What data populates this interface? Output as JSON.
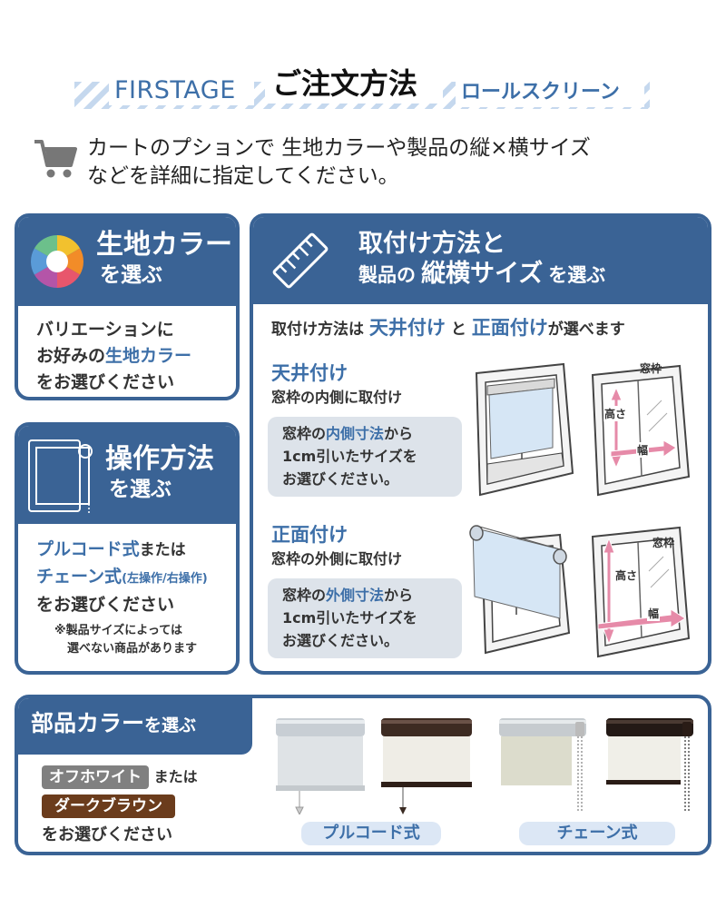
{
  "header": {
    "brand": "FIRSTAGE",
    "title": "ご注文方法",
    "subtitle": "ロールスクリーン"
  },
  "intro": {
    "line1": "カートのプションで 生地カラーや製品の縦×横サイズ",
    "line2": "などを詳細に指定してください。"
  },
  "fabric": {
    "title1": "生地カラー",
    "title2": "を選ぶ",
    "body1": "バリエーションに",
    "body2a": "お好みの",
    "body2b": "生地カラー",
    "body3": "をお選びください"
  },
  "operation": {
    "title1": "操作方法",
    "title2": "を選ぶ",
    "opt1": "プルコード式",
    "opt1_suffix": "または",
    "opt2": "チェーン式",
    "opt2_note": "(左操作/右操作)",
    "body": "をお選びください",
    "note1": "※製品サイズによっては",
    "note2": "選べない商品があります"
  },
  "mounting": {
    "title1": "取付け方法と",
    "title2a": "製品の",
    "title2b": "縦横サイズ",
    "title2c": "を選ぶ",
    "lead_a": "取付け方法は",
    "lead_b": "天井付け",
    "lead_c": "と",
    "lead_d": "正面付け",
    "lead_e": "が選べます",
    "ceiling": {
      "name": "天井付け",
      "desc": "窓枠の内側に取付け",
      "box1a": "窓枠の",
      "box1b": "内側寸法",
      "box1c": "から",
      "box2": "1cm引いたサイズを",
      "box3": "お選びください。",
      "label_frame": "窓枠",
      "label_height": "高さ",
      "label_width": "幅"
    },
    "front": {
      "name": "正面付け",
      "desc": "窓枠の外側に取付け",
      "box1a": "窓枠の",
      "box1b": "外側寸法",
      "box1c": "から",
      "box2": "1cm引いたサイズを",
      "box3": "お選びください。",
      "label_frame": "窓枠",
      "label_height": "高さ",
      "label_width": "幅"
    }
  },
  "parts": {
    "title1": "部品カラー",
    "title2": "を選ぶ",
    "opt1": "オフホワイト",
    "or": "または",
    "opt2": "ダークブラウン",
    "body": "をお選びください",
    "pill1": "プルコード式",
    "pill2": "チェーン式"
  },
  "colors": {
    "navy": "#3a6395",
    "accent_blue": "#3d6fa8",
    "off_white_badge": "#808080",
    "dark_brown_badge": "#6b3c1c",
    "arrow_pink": "#e68aa8"
  }
}
